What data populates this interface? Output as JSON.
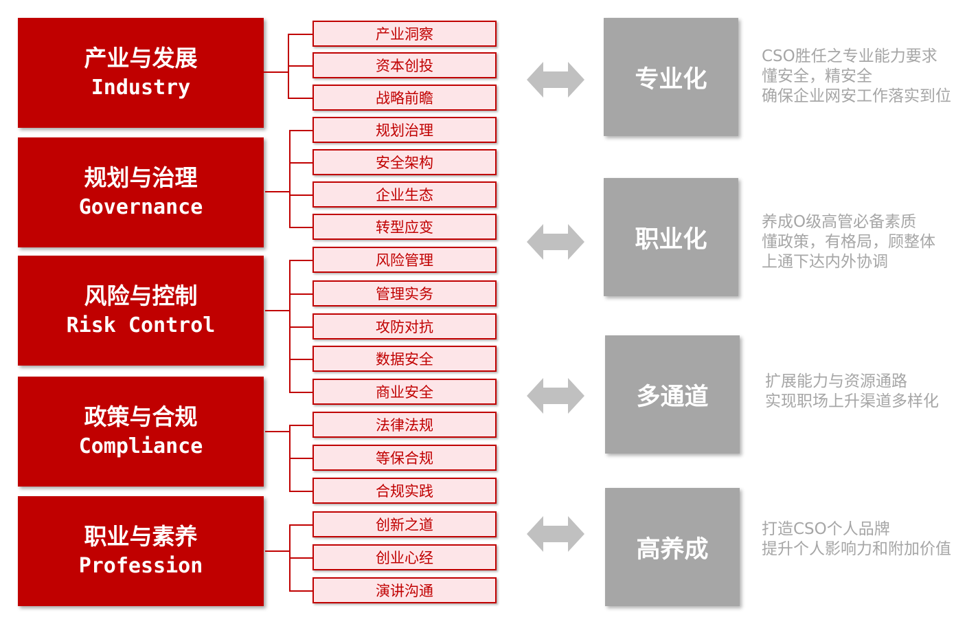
{
  "categories": [
    {
      "zh": "产业与发展",
      "en": "Industry",
      "items": [
        "产业洞察",
        "资本创投",
        "战略前瞻"
      ]
    },
    {
      "zh": "规划与治理",
      "en": "Governance",
      "items": [
        "规划治理",
        "安全架构",
        "企业生态",
        "转型应变"
      ]
    },
    {
      "zh": "风险与控制",
      "en": "Risk Control",
      "items": [
        "风险管理",
        "管理实务",
        "攻防对抗",
        "数据安全",
        "商业安全"
      ]
    },
    {
      "zh": "政策与合规",
      "en": "Compliance",
      "items": [
        "法律法规",
        "等保合规",
        "合规实践"
      ]
    },
    {
      "zh": "职业与素养",
      "en": "Profession",
      "items": [
        "创新之道",
        "创业心经",
        "演讲沟通"
      ]
    }
  ],
  "goals": [
    {
      "label": "专业化",
      "desc": [
        "CSO胜任之专业能力要求",
        "懂安全，精安全",
        "确保企业网安工作落实到位"
      ]
    },
    {
      "label": "职业化",
      "desc": [
        "养成O级高管必备素质",
        "懂政策，有格局，顾整体",
        "上通下达内外协调"
      ]
    },
    {
      "label": "多通道",
      "desc": [
        "扩展能力与资源通路",
        "实现职场上升渠道多样化"
      ]
    },
    {
      "label": "高养成",
      "desc": [
        "打造CSO个人品牌",
        "提升个人影响力和附加价值"
      ]
    }
  ],
  "colors": {
    "primary": "#c00000",
    "sub_fill": "#fde5e8",
    "grey": "#a6a6a6"
  },
  "icons": {
    "arrow": "double-arrow-icon"
  }
}
